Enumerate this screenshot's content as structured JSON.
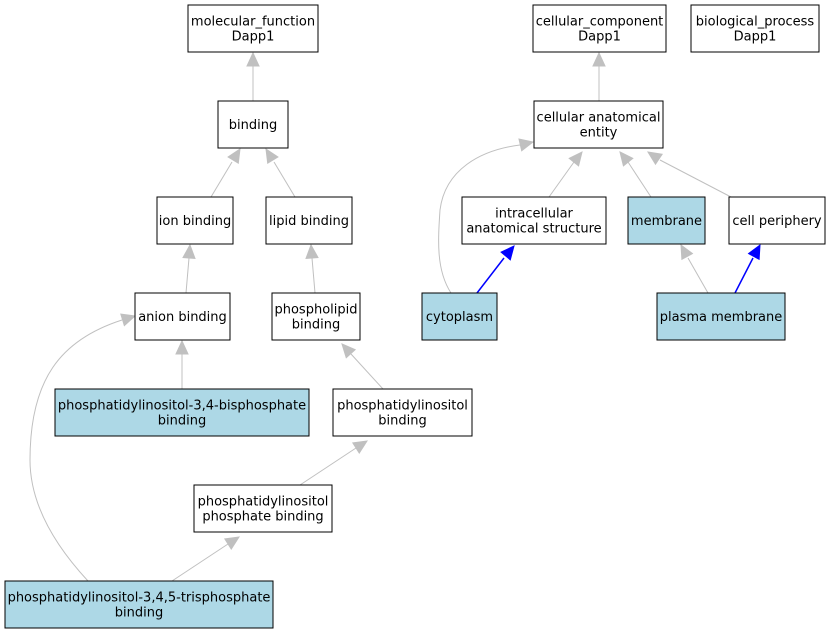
{
  "colors": {
    "highlight_fill": "#add8e6",
    "plain_fill": "#ffffff",
    "gray_edge": "#c0c0c0",
    "blue_edge": "#0000ff"
  },
  "nodes": {
    "mf_root": {
      "lines": [
        "molecular_function",
        "Dapp1"
      ],
      "highlighted": false
    },
    "cc_root": {
      "lines": [
        "cellular_component",
        "Dapp1"
      ],
      "highlighted": false
    },
    "bp_root": {
      "lines": [
        "biological_process",
        "Dapp1"
      ],
      "highlighted": false
    },
    "binding": {
      "lines": [
        "binding"
      ],
      "highlighted": false
    },
    "cae": {
      "lines": [
        "cellular anatomical",
        "entity"
      ],
      "highlighted": false
    },
    "ion_binding": {
      "lines": [
        "ion binding"
      ],
      "highlighted": false
    },
    "lipid_binding": {
      "lines": [
        "lipid binding"
      ],
      "highlighted": false
    },
    "ias": {
      "lines": [
        "intracellular",
        "anatomical structure"
      ],
      "highlighted": false
    },
    "membrane": {
      "lines": [
        "membrane"
      ],
      "highlighted": true
    },
    "cell_periphery": {
      "lines": [
        "cell periphery"
      ],
      "highlighted": false
    },
    "anion_binding": {
      "lines": [
        "anion binding"
      ],
      "highlighted": false
    },
    "phospholipid_binding": {
      "lines": [
        "phospholipid",
        "binding"
      ],
      "highlighted": false
    },
    "cytoplasm": {
      "lines": [
        "cytoplasm"
      ],
      "highlighted": true
    },
    "plasma_membrane": {
      "lines": [
        "plasma membrane"
      ],
      "highlighted": true
    },
    "pi34bp": {
      "lines": [
        "phosphatidylinositol-3,4-bisphosphate",
        "binding"
      ],
      "highlighted": true
    },
    "pi_binding": {
      "lines": [
        "phosphatidylinositol",
        "binding"
      ],
      "highlighted": false
    },
    "pip_binding": {
      "lines": [
        "phosphatidylinositol",
        "phosphate binding"
      ],
      "highlighted": false
    },
    "pi345tp": {
      "lines": [
        "phosphatidylinositol-3,4,5-trisphosphate",
        "binding"
      ],
      "highlighted": true
    }
  },
  "edges": [
    {
      "from": "binding",
      "to": "mf_root",
      "color": "gray"
    },
    {
      "from": "cae",
      "to": "cc_root",
      "color": "gray"
    },
    {
      "from": "ion_binding",
      "to": "binding",
      "color": "gray"
    },
    {
      "from": "lipid_binding",
      "to": "binding",
      "color": "gray"
    },
    {
      "from": "anion_binding",
      "to": "ion_binding",
      "color": "gray"
    },
    {
      "from": "phospholipid_binding",
      "to": "lipid_binding",
      "color": "gray"
    },
    {
      "from": "pi34bp",
      "to": "anion_binding",
      "color": "gray"
    },
    {
      "from": "pi_binding",
      "to": "phospholipid_binding",
      "color": "gray"
    },
    {
      "from": "pip_binding",
      "to": "pi_binding",
      "color": "gray"
    },
    {
      "from": "pi345tp",
      "to": "pip_binding",
      "color": "gray"
    },
    {
      "from": "pi345tp",
      "to": "anion_binding",
      "color": "gray"
    },
    {
      "from": "ias",
      "to": "cae",
      "color": "gray"
    },
    {
      "from": "membrane",
      "to": "cae",
      "color": "gray"
    },
    {
      "from": "cell_periphery",
      "to": "cae",
      "color": "gray"
    },
    {
      "from": "cytoplasm",
      "to": "cae",
      "color": "gray"
    },
    {
      "from": "cytoplasm",
      "to": "ias",
      "color": "blue"
    },
    {
      "from": "plasma_membrane",
      "to": "membrane",
      "color": "gray"
    },
    {
      "from": "plasma_membrane",
      "to": "cell_periphery",
      "color": "blue"
    }
  ]
}
